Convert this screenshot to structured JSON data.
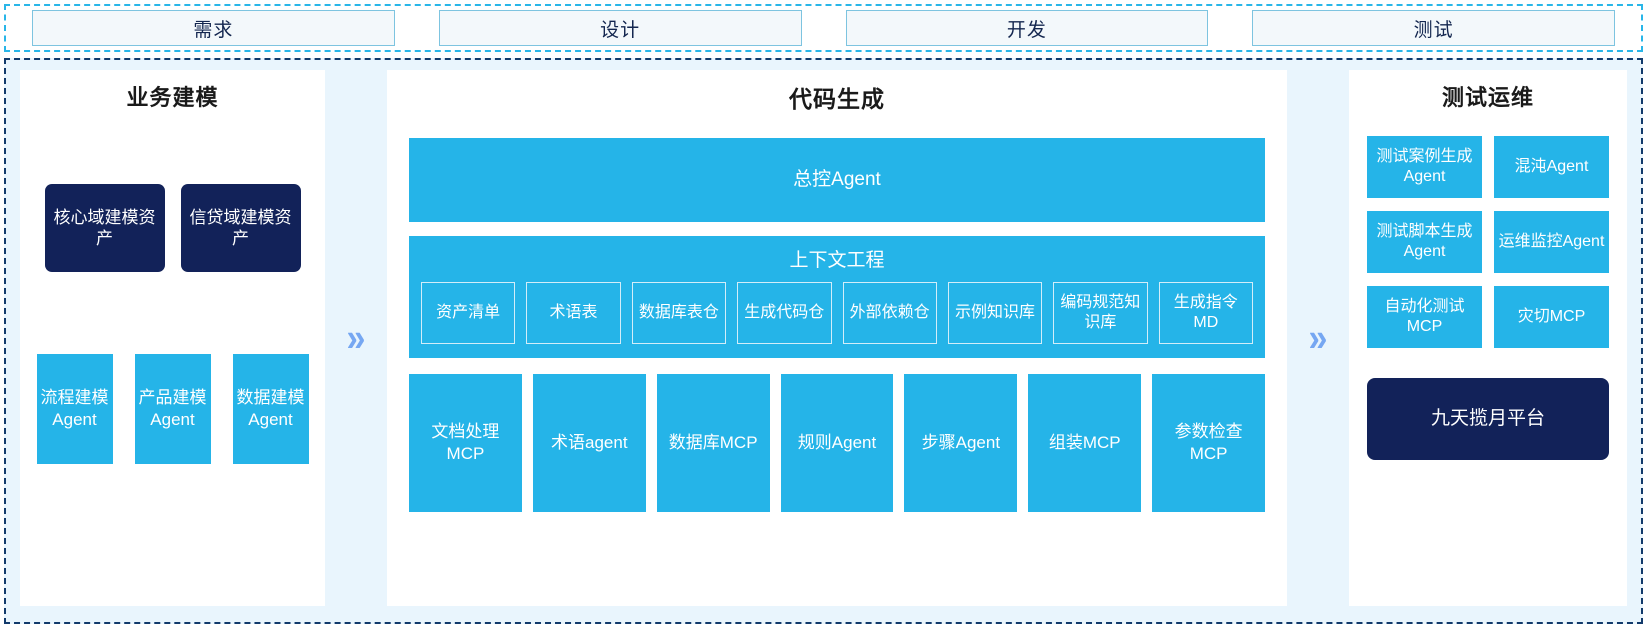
{
  "phases": {
    "items": [
      {
        "label": "需求"
      },
      {
        "label": "设计"
      },
      {
        "label": "开发"
      },
      {
        "label": "测试"
      }
    ]
  },
  "colors": {
    "accent_cyan": "#25b4e8",
    "navy": "#122259",
    "arrow_blue": "#76a7f2",
    "stage_bg": "#e9f5fd",
    "phase_border": "#7dc4e0"
  },
  "left_panel": {
    "title": "业务建模",
    "assets": [
      {
        "label": "核心域建模资产"
      },
      {
        "label": "信贷域建模资产"
      }
    ],
    "agents": [
      {
        "label": "流程建模Agent"
      },
      {
        "label": "产品建模Agent"
      },
      {
        "label": "数据建模Agent"
      }
    ]
  },
  "arrows": {
    "left_arrow": "»",
    "right_arrow": "»"
  },
  "mid_panel": {
    "title": "代码生成",
    "master_agent": "总控Agent",
    "context": {
      "title": "上下文工程",
      "items": [
        {
          "label": "资产清单"
        },
        {
          "label": "术语表"
        },
        {
          "label": "数据库表仓"
        },
        {
          "label": "生成代码仓"
        },
        {
          "label": "外部依赖仓"
        },
        {
          "label": "示例知识库"
        },
        {
          "label": "编码规范知识库"
        },
        {
          "label": "生成指令MD"
        }
      ]
    },
    "tools": [
      {
        "label": "文档处理MCP"
      },
      {
        "label": "术语agent"
      },
      {
        "label": "数据库MCP"
      },
      {
        "label": "规则Agent"
      },
      {
        "label": "步骤Agent"
      },
      {
        "label": "组装MCP"
      },
      {
        "label": "参数检查MCP"
      }
    ]
  },
  "right_panel": {
    "title": "测试运维",
    "agents": [
      {
        "label": "测试案例生成Agent"
      },
      {
        "label": "混沌Agent"
      },
      {
        "label": "测试脚本生成Agent"
      },
      {
        "label": "运维监控Agent"
      },
      {
        "label": "自动化测试MCP"
      },
      {
        "label": "灾切MCP"
      }
    ],
    "platform": "九天揽月平台"
  }
}
